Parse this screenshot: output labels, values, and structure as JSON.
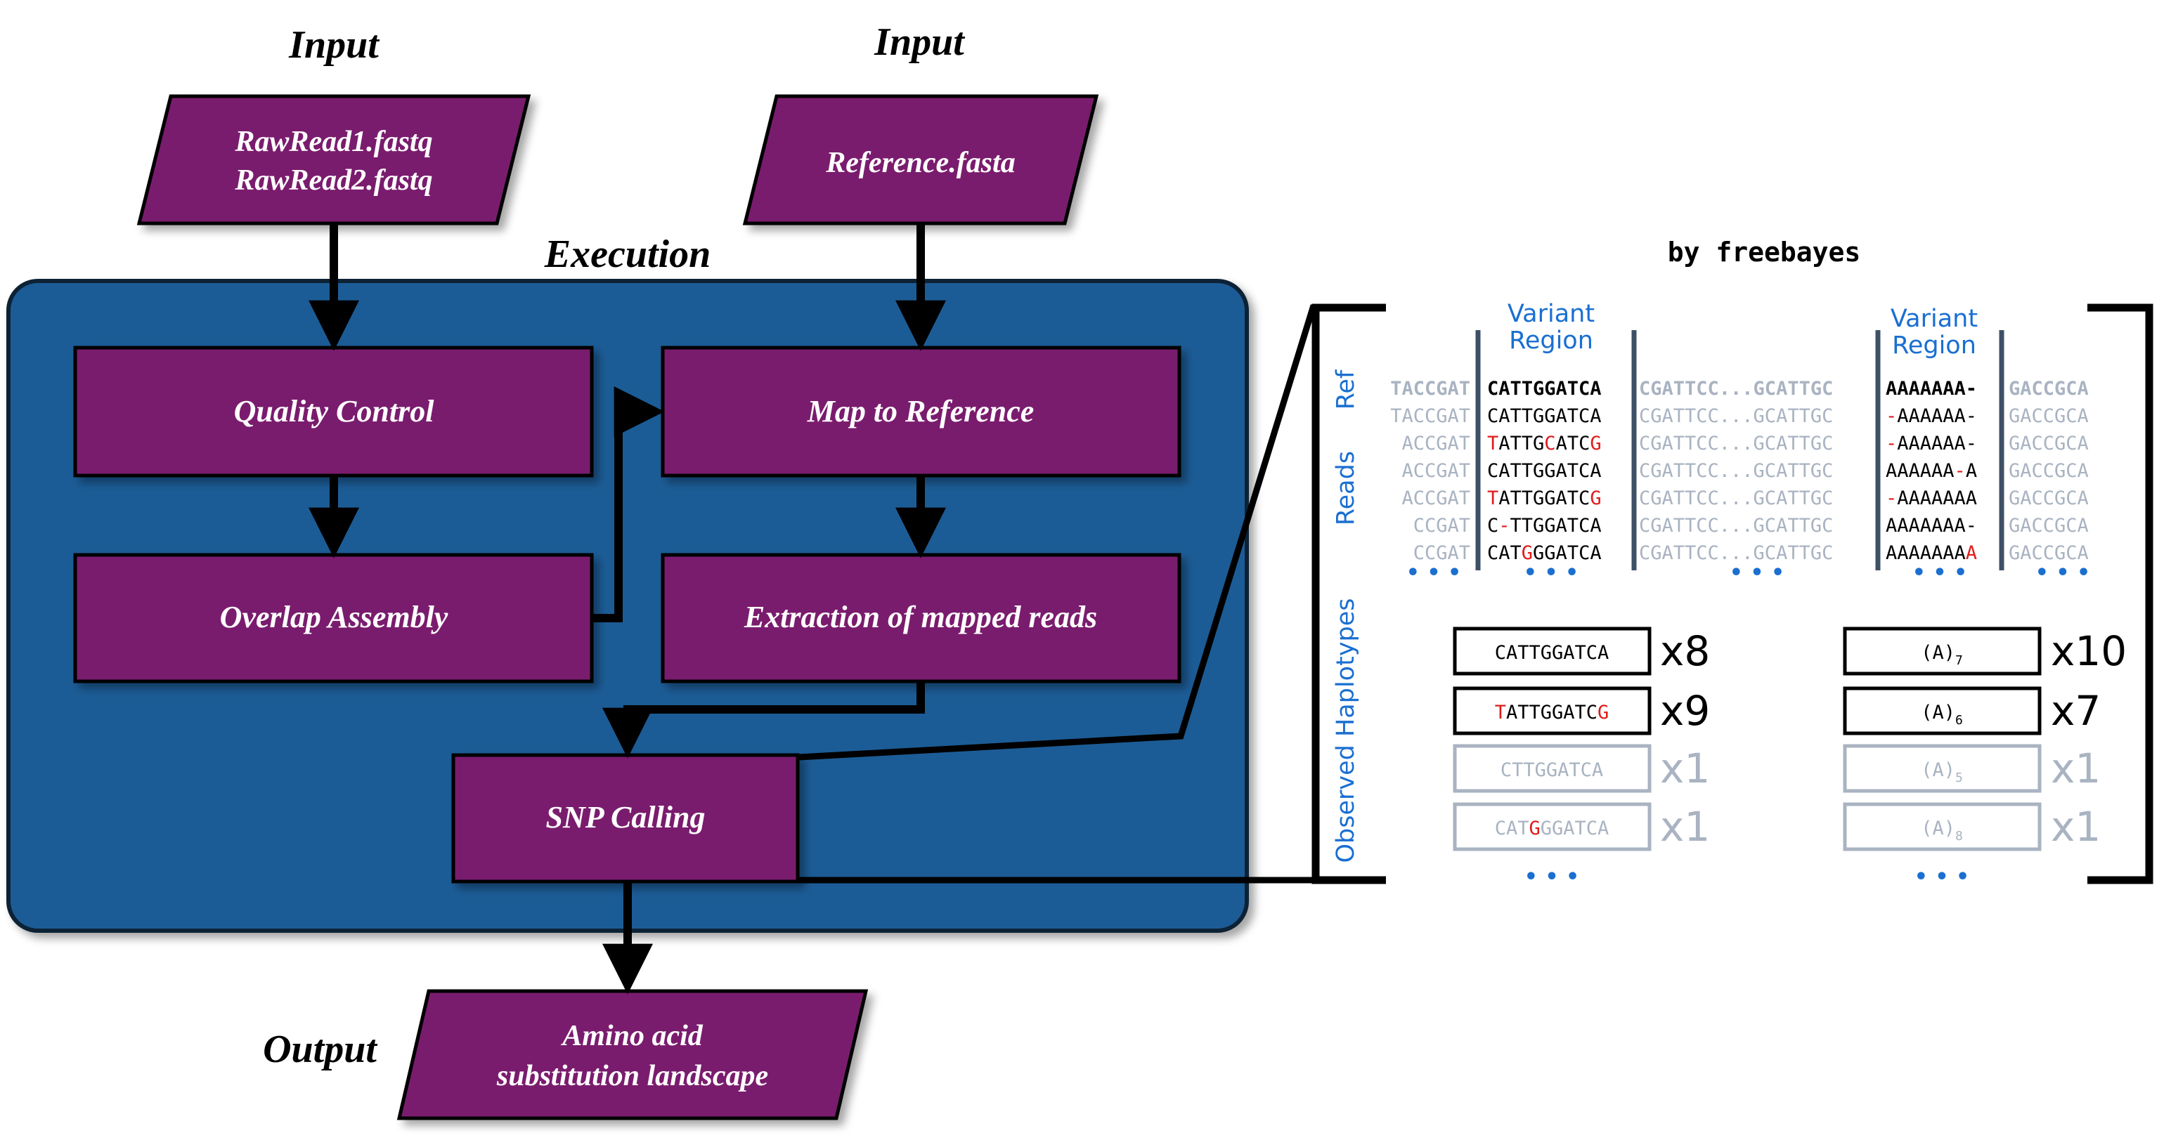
{
  "labels": {
    "input_left": "Input",
    "input_right": "Input",
    "execution": "Execution",
    "output": "Output",
    "by_prefix": "by ",
    "by_tool": "freebayes"
  },
  "inputs": {
    "raw_read_1": "RawRead1.fastq",
    "raw_read_2": "RawRead2.fastq",
    "reference": "Reference.fasta"
  },
  "steps": {
    "quality_control": "Quality Control",
    "overlap_assembly": "Overlap Assembly",
    "map_to_reference": "Map to Reference",
    "extraction": "Extraction of mapped reads",
    "snp_calling": "SNP Calling"
  },
  "output": {
    "line1": "Amino acid",
    "line2": "substitution landscape"
  },
  "panel": {
    "variant_region_1": [
      "Variant",
      "Region"
    ],
    "variant_region_2": [
      "Variant",
      "Region"
    ],
    "side_labels": {
      "ref": "Ref",
      "reads": "Reads",
      "observed": "Observed Haplotypes"
    },
    "rows": [
      {
        "flank": "TACCGAT",
        "v1": [
          [
            "CATTGGATCA",
            "n"
          ]
        ],
        "mid": "CGATTCC...GCATTGC",
        "v2": [
          [
            "AAAAAAA-",
            "n"
          ]
        ],
        "right": "GACCGCA",
        "bold": true
      },
      {
        "flank": "TACCGAT",
        "v1": [
          [
            "CATTGGATCA",
            "n"
          ]
        ],
        "mid": "CGATTCC...GCATTGC",
        "v2": [
          [
            "-",
            "r"
          ],
          [
            "AAAAAA-",
            "n"
          ]
        ],
        "right": "GACCGCA"
      },
      {
        "flank": "ACCGAT",
        "v1": [
          [
            "T",
            "r"
          ],
          [
            "ATTG",
            "n"
          ],
          [
            "C",
            "r"
          ],
          [
            "ATC",
            "n"
          ],
          [
            "G",
            "r"
          ]
        ],
        "mid": "CGATTCC...GCATTGC",
        "v2": [
          [
            "-",
            "r"
          ],
          [
            "AAAAAA-",
            "n"
          ]
        ],
        "right": "GACCGCA"
      },
      {
        "flank": "ACCGAT",
        "v1": [
          [
            "CATTGGATCA",
            "n"
          ]
        ],
        "mid": "CGATTCC...GCATTGC",
        "v2": [
          [
            "AAAAAA",
            "n"
          ],
          [
            "-",
            "r"
          ],
          [
            "A",
            "n"
          ]
        ],
        "right": "GACCGCA"
      },
      {
        "flank": "ACCGAT",
        "v1": [
          [
            "T",
            "r"
          ],
          [
            "ATTGGATC",
            "n"
          ],
          [
            "G",
            "r"
          ]
        ],
        "mid": "CGATTCC...GCATTGC",
        "v2": [
          [
            "-",
            "r"
          ],
          [
            "AAAAAAA",
            "n"
          ]
        ],
        "right": "GACCGCA"
      },
      {
        "flank": "CCGAT",
        "v1": [
          [
            "C",
            "n"
          ],
          [
            "-",
            "r"
          ],
          [
            "TTGGATCA",
            "n"
          ]
        ],
        "mid": "CGATTCC...GCATTGC",
        "v2": [
          [
            "AAAAAAA-",
            "n"
          ]
        ],
        "right": "GACCGCA"
      },
      {
        "flank": "CCGAT",
        "v1": [
          [
            "CAT",
            "n"
          ],
          [
            "G",
            "r"
          ],
          [
            "GGATCA",
            "n"
          ]
        ],
        "mid": "CGATTCC...GCATTGC",
        "v2": [
          [
            "AAAAAAA",
            "n"
          ],
          [
            "A",
            "r"
          ]
        ],
        "right": "GACCGCA"
      }
    ],
    "ellipsis": "• • •",
    "haplotypes_left": [
      {
        "seq": [
          [
            "CATTGGATCA",
            "n"
          ]
        ],
        "count": "x8",
        "faded": false
      },
      {
        "seq": [
          [
            "T",
            "r"
          ],
          [
            "ATTGGATC",
            "n"
          ],
          [
            "G",
            "r"
          ]
        ],
        "count": "x9",
        "faded": false
      },
      {
        "seq": [
          [
            "CTTGGATCA",
            "n"
          ]
        ],
        "count": "x1",
        "faded": true
      },
      {
        "seq": [
          [
            "CAT",
            "n"
          ],
          [
            "G",
            "r"
          ],
          [
            "GGATCA",
            "n"
          ]
        ],
        "count": "x1",
        "faded": true
      }
    ],
    "haplotypes_right": [
      {
        "base": "(A)",
        "sub": "7",
        "count": "x10",
        "faded": false
      },
      {
        "base": "(A)",
        "sub": "6",
        "count": "x7",
        "faded": false
      },
      {
        "base": "(A)",
        "sub": "5",
        "count": "x1",
        "faded": true
      },
      {
        "base": "(A)",
        "sub": "8",
        "count": "x1",
        "faded": true
      }
    ]
  },
  "colors": {
    "box_fill": "#7a1f6e",
    "execution_fill": "#1f5b96",
    "label_blue": "#1a6fd1",
    "mutation_red": "#e01b1b",
    "faded_gray": "#a9b3c1",
    "separator": "#3d5066"
  }
}
